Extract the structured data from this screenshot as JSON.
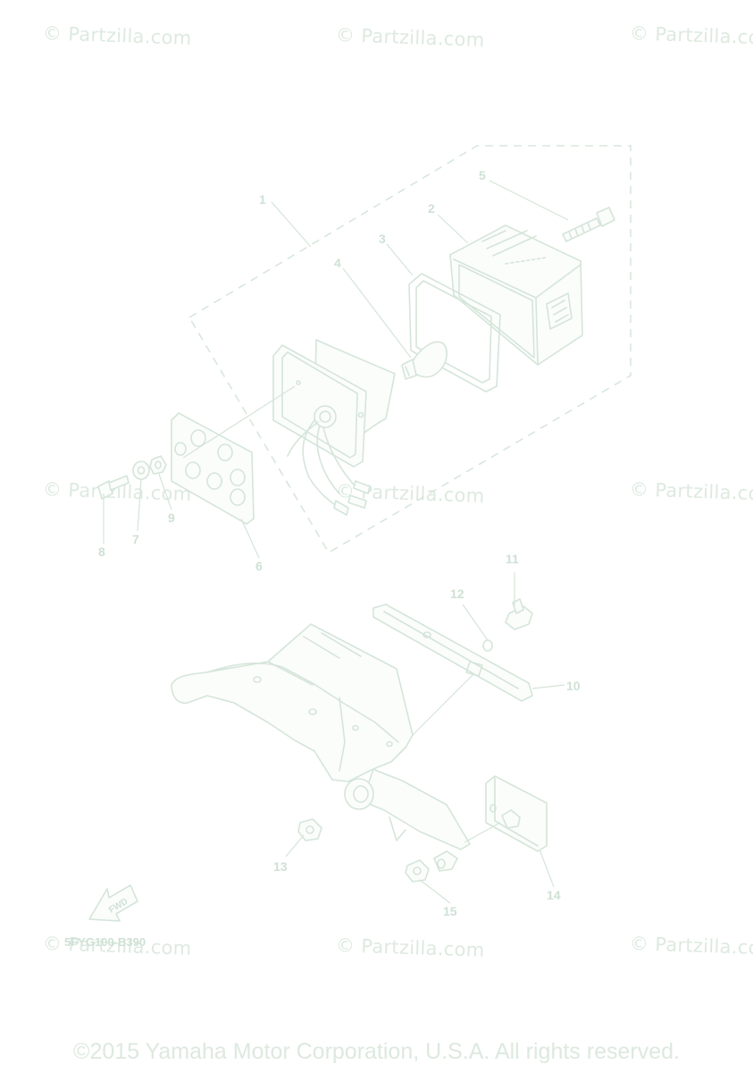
{
  "watermark": {
    "text": "© Partzilla.com"
  },
  "diagram_code": "5FYG100-B390",
  "copyright": "©2015 Yamaha Motor Corporation, U.S.A. All rights reserved.",
  "fwd_label": "FWD",
  "callouts": [
    "1",
    "2",
    "3",
    "4",
    "5",
    "6",
    "7",
    "8",
    "9",
    "10",
    "11",
    "12",
    "13",
    "14",
    "15"
  ],
  "colors": {
    "line_art": "#d5e5d9",
    "text": "#cfe1d4",
    "background": "#ffffff"
  }
}
